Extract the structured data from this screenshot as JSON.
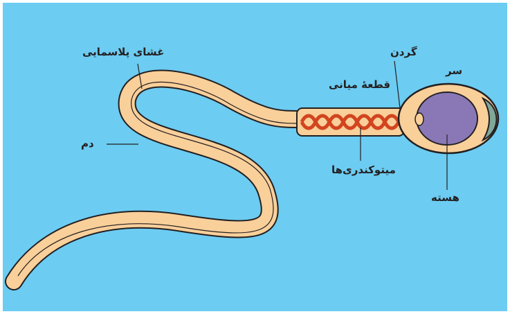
{
  "labels": {
    "membrane": "غشای پلاسمایی",
    "neck": "گردن",
    "head": "سر",
    "midpiece": "قطعهٔ میانی",
    "tail": "دم",
    "mitochondria": "میتوکندری‌ها",
    "nucleus": "هسته"
  },
  "colors": {
    "background": "#6cccf2",
    "cell_fill": "#f9cf9a",
    "outline": "#231f20",
    "nucleus": "#8a78b6",
    "acrosome": "#7fa79a",
    "mitochondria": "#d2451f"
  }
}
